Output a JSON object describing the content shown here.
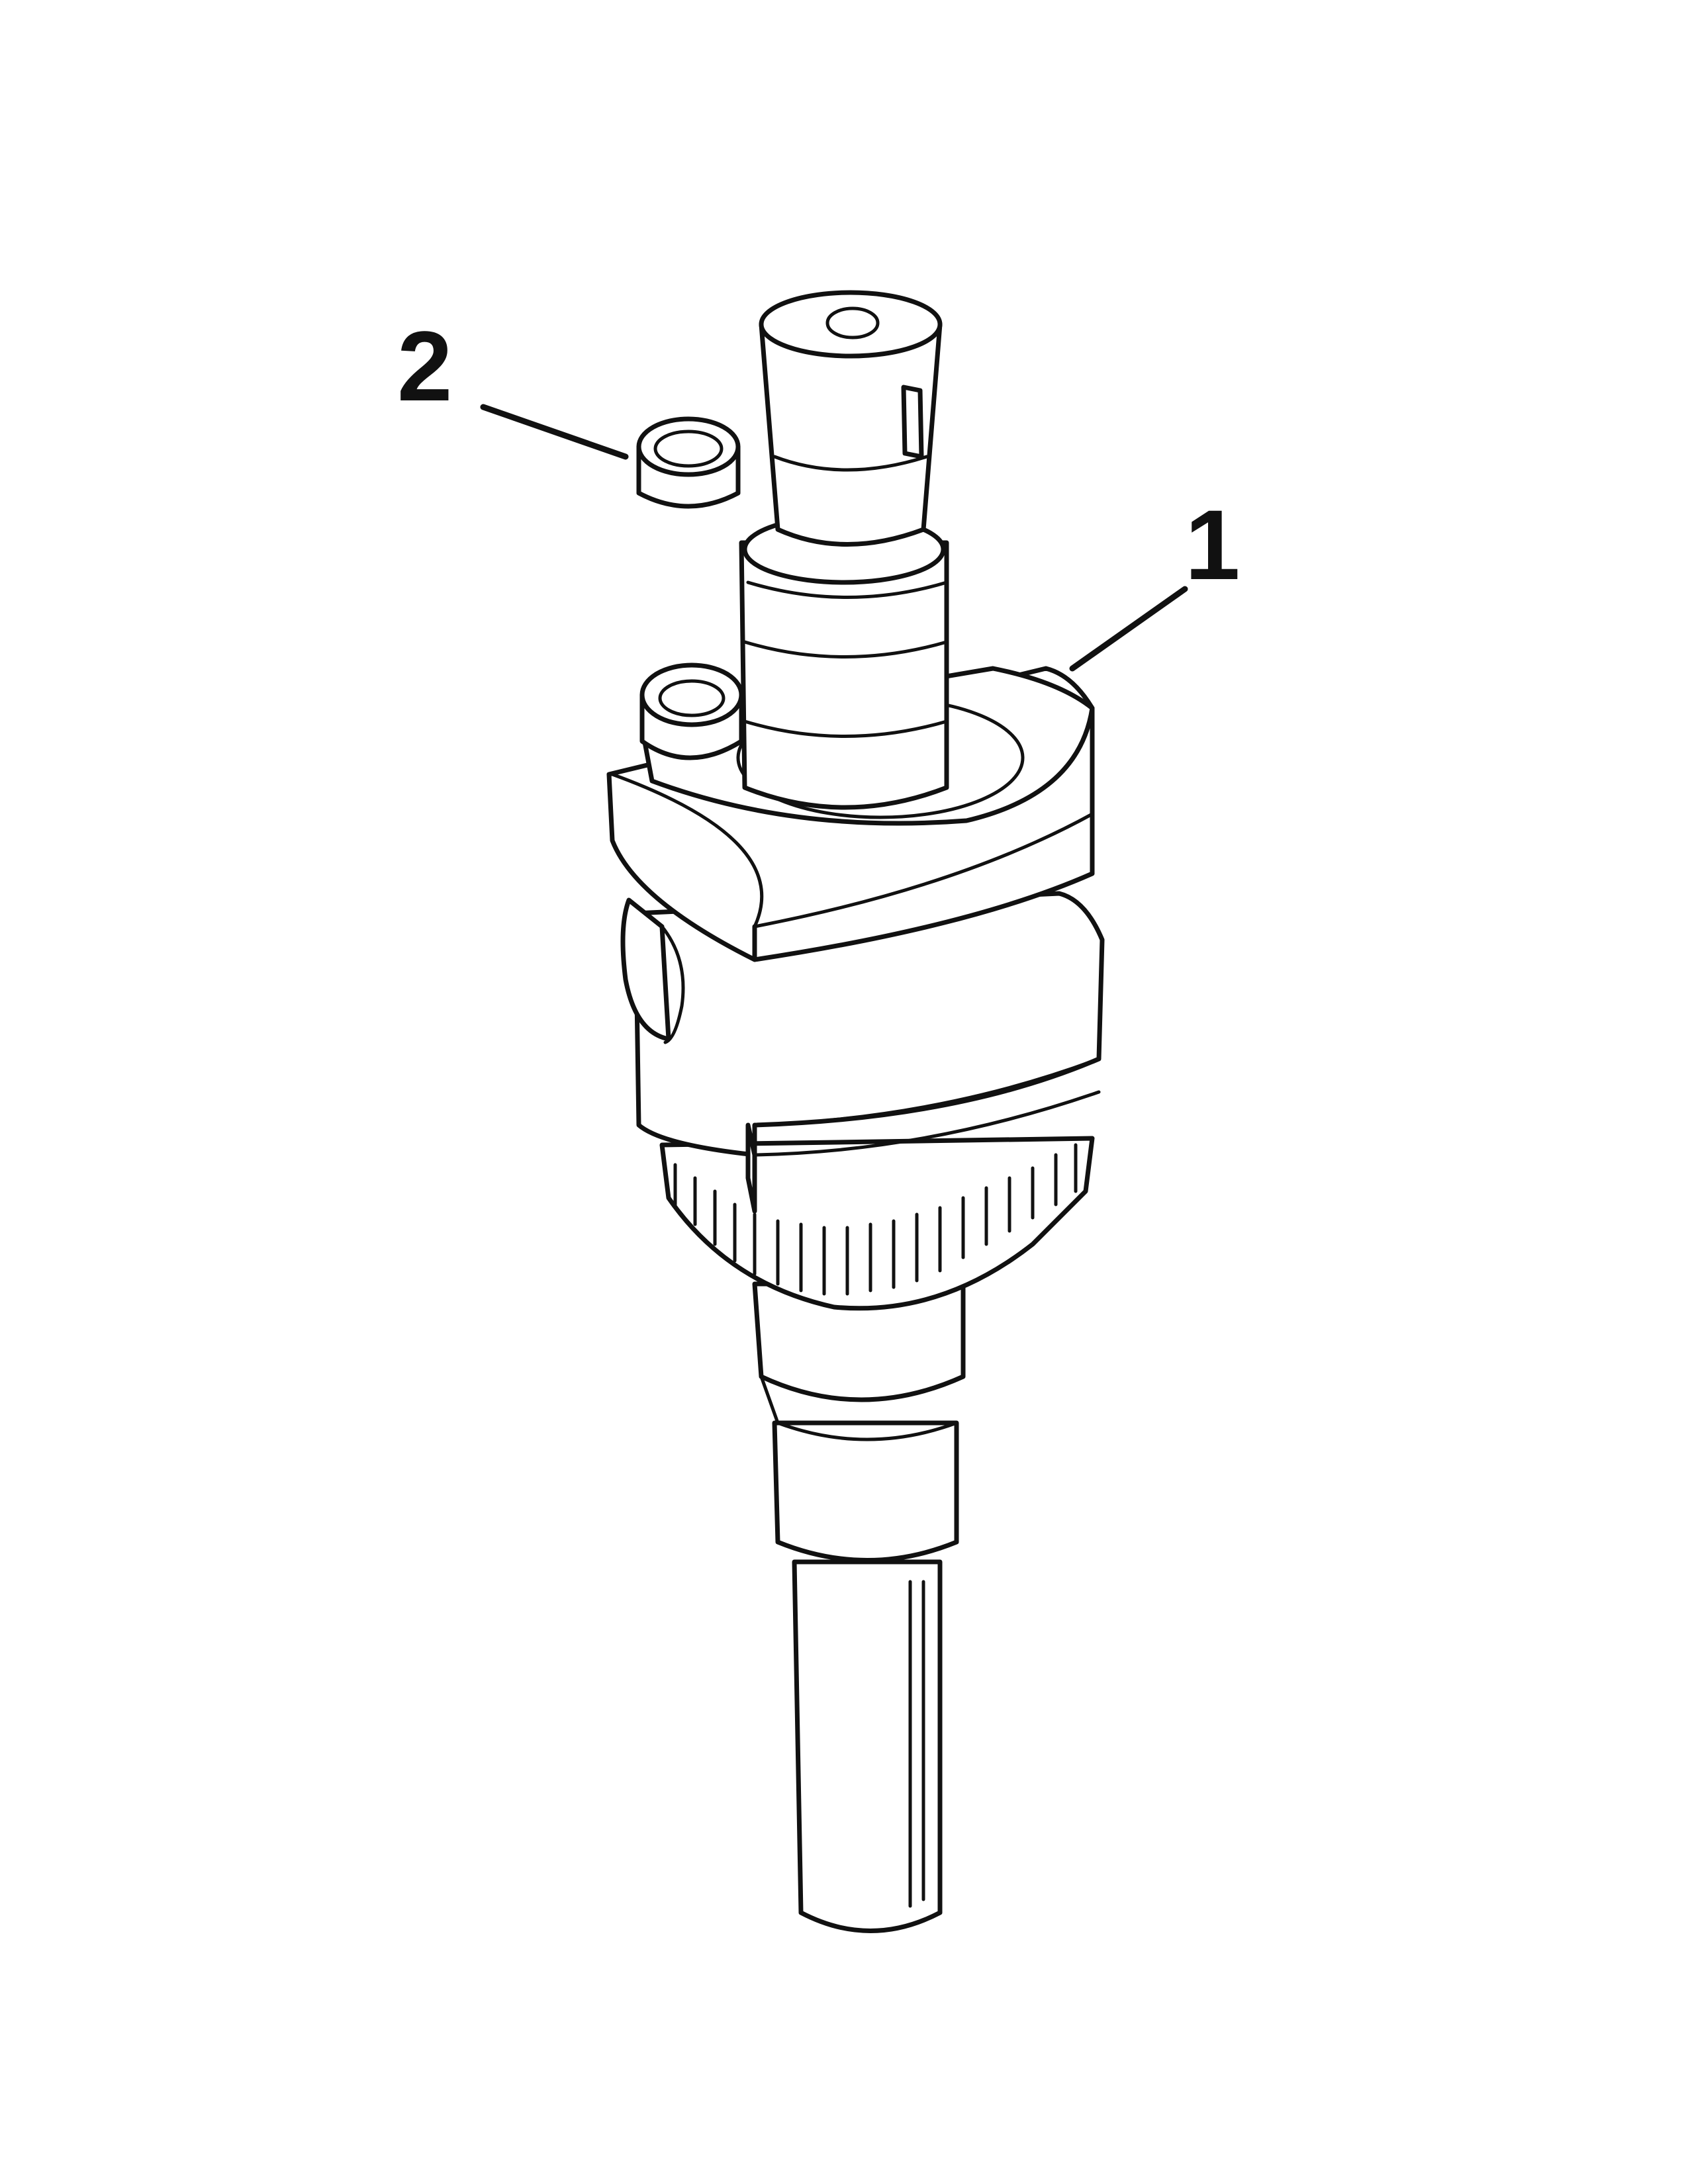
{
  "callouts": [
    {
      "number": "1",
      "part": "crankshaft"
    },
    {
      "number": "2",
      "part": "bushing"
    }
  ],
  "colors": {
    "ink": "#111111",
    "paper": "#ffffff"
  }
}
